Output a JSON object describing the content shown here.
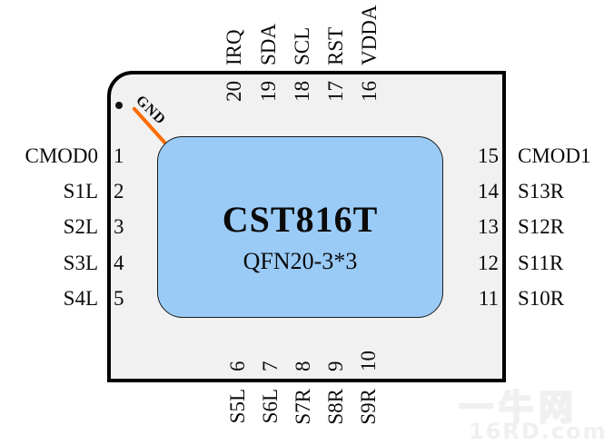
{
  "chip": {
    "name": "CST816T",
    "package": "QFN20-3*3",
    "gnd_label": "GND"
  },
  "pins": {
    "left": [
      {
        "num": "1",
        "label": "CMOD0"
      },
      {
        "num": "2",
        "label": "S1L"
      },
      {
        "num": "3",
        "label": "S2L"
      },
      {
        "num": "4",
        "label": "S3L"
      },
      {
        "num": "5",
        "label": "S4L"
      }
    ],
    "right": [
      {
        "num": "15",
        "label": "CMOD1"
      },
      {
        "num": "14",
        "label": "S13R"
      },
      {
        "num": "13",
        "label": "S12R"
      },
      {
        "num": "12",
        "label": "S11R"
      },
      {
        "num": "11",
        "label": "S10R"
      }
    ],
    "top": [
      {
        "num": "20",
        "label": "IRQ"
      },
      {
        "num": "19",
        "label": "SDA"
      },
      {
        "num": "18",
        "label": "SCL"
      },
      {
        "num": "17",
        "label": "RST"
      },
      {
        "num": "16",
        "label": "VDDA"
      }
    ],
    "bottom": [
      {
        "num": "6",
        "label": "S5L"
      },
      {
        "num": "7",
        "label": "S6L"
      },
      {
        "num": "8",
        "label": "S7R"
      },
      {
        "num": "9",
        "label": "S8R"
      },
      {
        "num": "10",
        "label": "S9R"
      }
    ]
  },
  "watermark": {
    "line1": "一牛网",
    "line2": "16RD.com"
  },
  "colors": {
    "chip-blue": "#9ACBF7",
    "body-gray": "#F1F1F1",
    "line-orange": "#FF6C00",
    "watermark": "#F0F0F0"
  }
}
